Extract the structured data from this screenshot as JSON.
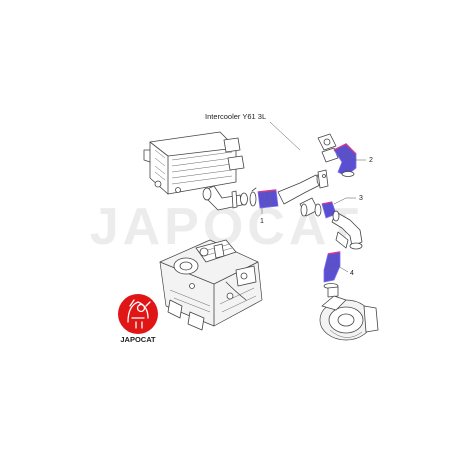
{
  "diagram": {
    "title": "Intercooler Y61 3L",
    "callouts": [
      {
        "id": "1",
        "label": "1"
      },
      {
        "id": "2",
        "label": "2"
      },
      {
        "id": "3",
        "label": "3"
      },
      {
        "id": "4",
        "label": "4"
      }
    ],
    "watermark": "JAPOCAT",
    "logo_text": "JAPOCAT",
    "colors": {
      "highlight_hose": "#5a4fd0",
      "highlight_hose_light": "#7a6ff0",
      "highlight_edge": "#d43a8a",
      "logo_red": "#e01515",
      "watermark": "#ececec",
      "line": "#444444"
    }
  }
}
